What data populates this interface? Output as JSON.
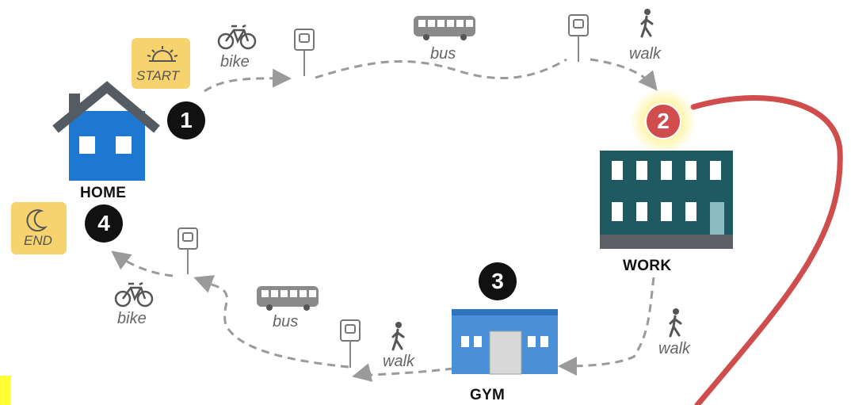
{
  "places": {
    "home": "HOME",
    "work": "WORK",
    "gym": "GYM"
  },
  "badges": {
    "start": "START",
    "end": "END"
  },
  "steps": [
    "1",
    "2",
    "3",
    "4"
  ],
  "modes": {
    "bike_top": "bike",
    "bus_top": "bus",
    "walk_top": "walk",
    "walk_right": "walk",
    "walk_bottom": "walk",
    "bus_bottom": "bus",
    "bike_bottom": "bike"
  },
  "icons": {
    "sun": "sun-icon",
    "moon": "moon-icon",
    "bike": "bicycle-icon",
    "bus": "bus-icon",
    "stop": "bus-stop-icon",
    "walk": "walking-person-icon"
  },
  "colors": {
    "home_blue": "#1e78d2",
    "roof_gray": "#555b63",
    "work_teal": "#1f5a63",
    "gym_blue": "#4a90d9",
    "badge_yellow": "#f6d36e",
    "path_red": "#d04d4d",
    "path_gray": "#9a9a9a"
  }
}
